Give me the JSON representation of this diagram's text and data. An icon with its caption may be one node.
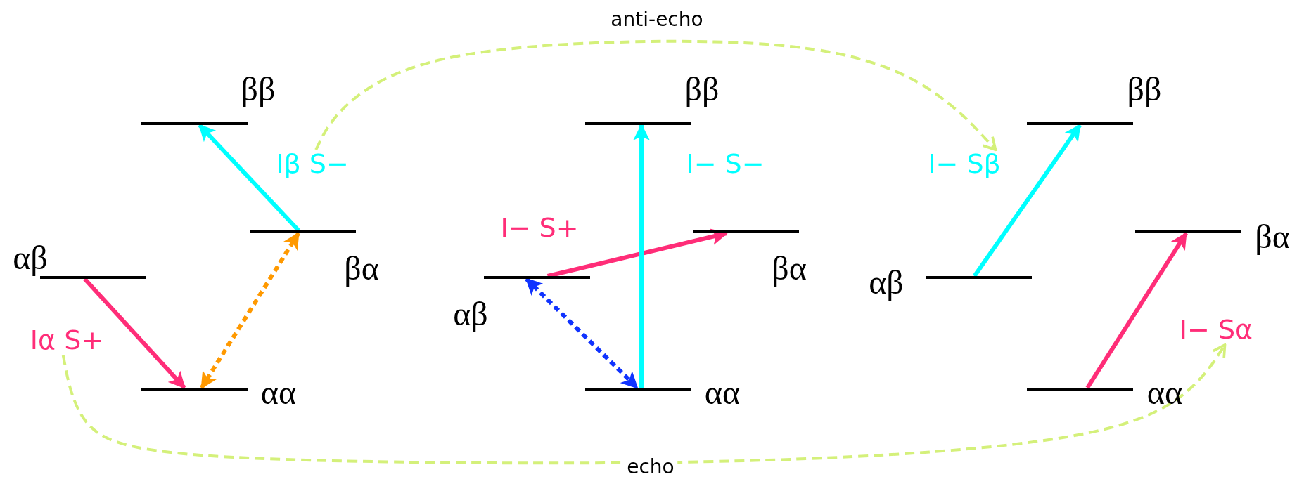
{
  "diagram": {
    "nodes": [
      {
        "text": [],
        "shape": "bar",
        "beside": [
          "ββ"
        ]
      },
      {
        "text": [],
        "shape": "bar",
        "beside": [
          "βα"
        ]
      },
      {
        "text": [],
        "shape": "bar",
        "beside": [
          "αβ"
        ]
      },
      {
        "text": [],
        "shape": "bar",
        "beside": [
          "αα"
        ]
      },
      {
        "text": [
          "Iβ S−"
        ]
      },
      {
        "text": [
          "Iα S+"
        ]
      },
      {
        "text": [],
        "shape": "bar",
        "beside": [
          "ββ"
        ]
      },
      {
        "text": [],
        "shape": "bar",
        "beside": [
          "βα"
        ]
      },
      {
        "text": [],
        "shape": "bar",
        "beside": [
          "αβ"
        ]
      },
      {
        "text": [],
        "shape": "bar",
        "beside": [
          "αα"
        ]
      },
      {
        "text": [
          "I− S+"
        ]
      },
      {
        "text": [
          "I− S−"
        ]
      },
      {
        "text": [],
        "shape": "bar",
        "beside": [
          "ββ"
        ]
      },
      {
        "text": [],
        "shape": "bar",
        "beside": [
          "βα"
        ]
      },
      {
        "text": [],
        "shape": "bar",
        "beside": [
          "αβ"
        ]
      },
      {
        "text": [],
        "shape": "bar",
        "beside": [
          "αα"
        ]
      },
      {
        "text": [
          "I− Sβ"
        ]
      },
      {
        "text": [
          "I− Sα"
        ]
      }
    ],
    "edges": [
      {
        "from": 2,
        "to": 3,
        "arrow": "to",
        "color": "#ff2d78"
      },
      {
        "from": 1,
        "to": 0,
        "arrow": "to",
        "color": "#00ffff"
      },
      {
        "from": 3,
        "to": 1,
        "arrow": "both",
        "style": "dashed",
        "color": "#ff9900"
      },
      {
        "from": 8,
        "to": 7,
        "arrow": "to",
        "color": "#ff2d78"
      },
      {
        "from": 9,
        "to": 6,
        "arrow": "to",
        "color": "#00ffff"
      },
      {
        "from": 8,
        "to": 9,
        "arrow": "both",
        "style": "dashed",
        "color": "#1033ff"
      },
      {
        "from": 14,
        "to": 12,
        "arrow": "to",
        "color": "#00ffff"
      },
      {
        "from": 15,
        "to": 13,
        "arrow": "to",
        "color": "#ff2d78"
      },
      {
        "from": 4,
        "to": 16,
        "arrow": "to",
        "label": "anti-echo",
        "style": "dashed",
        "color": "#d4f07a"
      },
      {
        "from": 5,
        "to": 17,
        "arrow": "to",
        "label": "echo",
        "style": "dashed",
        "color": "#d4f07a"
      }
    ]
  }
}
